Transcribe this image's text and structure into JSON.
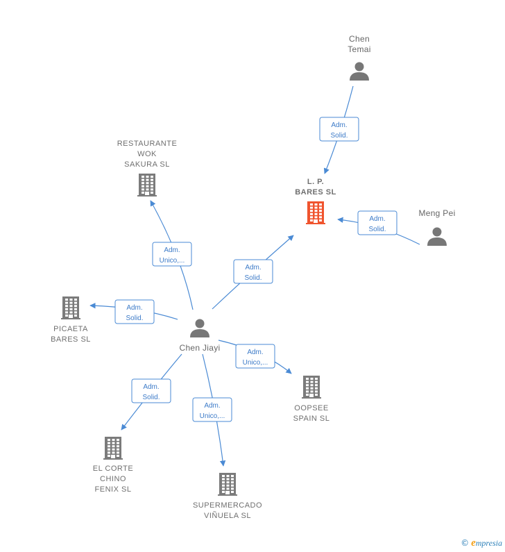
{
  "colors": {
    "edge": "#4a8ad4",
    "company": "#7b7b7b",
    "company_highlight": "#f0542e",
    "person": "#777777"
  },
  "nodes": {
    "chen_temai": {
      "type": "person",
      "label": [
        "Chen",
        "Temai"
      ]
    },
    "lp_bares": {
      "type": "company",
      "highlight": true,
      "label": [
        "L. P.",
        "BARES  SL"
      ]
    },
    "meng_pei": {
      "type": "person",
      "label": [
        "Meng Pei"
      ]
    },
    "restaurante_wok": {
      "type": "company",
      "label": [
        "RESTAURANTE",
        "WOK",
        "SAKURA SL"
      ]
    },
    "picaeta": {
      "type": "company",
      "label": [
        "PICAETA",
        "BARES  SL"
      ]
    },
    "chen_jiayi": {
      "type": "person",
      "label": [
        "Chen Jiayi"
      ]
    },
    "oopsee": {
      "type": "company",
      "label": [
        "OOPSEE",
        "SPAIN  SL"
      ]
    },
    "el_corte": {
      "type": "company",
      "label": [
        "EL CORTE",
        "CHINO",
        "FENIX  SL"
      ]
    },
    "supermercado": {
      "type": "company",
      "label": [
        "SUPERMERCADO",
        "VIÑUELA  SL"
      ]
    }
  },
  "edges": [
    {
      "id": "e1",
      "label": [
        "Adm.",
        "Solid."
      ]
    },
    {
      "id": "e2",
      "label": [
        "Adm.",
        "Solid."
      ]
    },
    {
      "id": "e3",
      "label": [
        "Adm.",
        "Unico,..."
      ]
    },
    {
      "id": "e4",
      "label": [
        "Adm.",
        "Solid."
      ]
    },
    {
      "id": "e5",
      "label": [
        "Adm.",
        "Solid."
      ]
    },
    {
      "id": "e6",
      "label": [
        "Adm.",
        "Unico,..."
      ]
    },
    {
      "id": "e7",
      "label": [
        "Adm.",
        "Solid."
      ]
    },
    {
      "id": "e8",
      "label": [
        "Adm.",
        "Unico,..."
      ]
    }
  ],
  "brand": {
    "copyright": "©",
    "initial": "e",
    "name": "mpresia"
  }
}
